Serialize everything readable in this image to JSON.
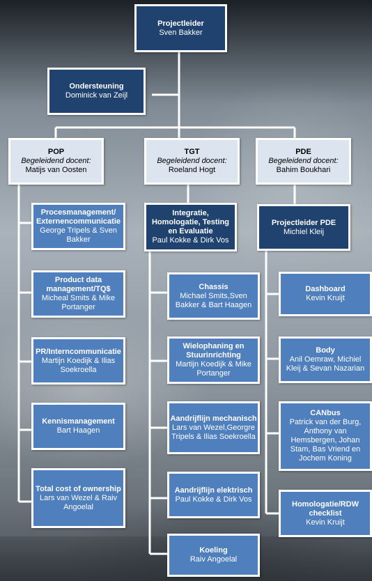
{
  "top": {
    "title": "Projectleider",
    "name": "Sven Bakker"
  },
  "support": {
    "title": "Ondersteuning",
    "name": "Dominick van Zeijl"
  },
  "teams": [
    {
      "title": "POP",
      "subtitle": "Begeleidend docent:",
      "name": "Matijs van Oosten"
    },
    {
      "title": "TGT",
      "subtitle": "Begeleidend docent:",
      "name": "Roeland Hogt"
    },
    {
      "title": "PDE",
      "subtitle": "Begeleidend docent:",
      "name": "Bahim Boukhari"
    }
  ],
  "pop_items": [
    {
      "title": "Procesmanagement/ Externencommunicatie",
      "name": "George Tripels & Sven Bakker"
    },
    {
      "title": "Product data management/TQ$",
      "name": "Micheal Smits & Mike Portanger"
    },
    {
      "title": "PR/Interncommunicatie",
      "name": "Martijn Koedijk & Ilias Soekroella"
    },
    {
      "title": "Kennismanagement",
      "name": "Bart Haagen"
    },
    {
      "title": "Total cost of ownership",
      "name": "Lars van Wezel & Raiv Angoelal"
    }
  ],
  "tgt_head": {
    "title": "Integratie, Homologatie, Testing en Evaluatie",
    "name": "Paul Kokke & Dirk Vos"
  },
  "tgt_items": [
    {
      "title": "Chassis",
      "name": "Michael Smits,Sven Bakker & Bart Haagen"
    },
    {
      "title": "Wielophaning en Stuurinrichting",
      "name": "Martijn Koedijk & Mike Portanger"
    },
    {
      "title": "Aandrijflijn mechanisch",
      "name": "Lars van Wezel,Georgre Tripels & Ilias Soekroella"
    },
    {
      "title": "Aandrijflijn elektrisch",
      "name": "Paul Kokke & Dirk Vos"
    },
    {
      "title": "Koeling",
      "name": "Raiv Angoelal"
    }
  ],
  "pde_head": {
    "title": "Projectleider PDE",
    "name": "Michiel Kleij"
  },
  "pde_items": [
    {
      "title": "Dashboard",
      "name": "Kevin Kruijt"
    },
    {
      "title": "Body",
      "name": "Anil Oemraw, Michiel Kleij & Sevan Nazarian"
    },
    {
      "title": "CANbus",
      "name": "Patrick van der Burg, Anthony van Hemsbergen, Johan Stam, Bas Vriend en Jochem Koning"
    },
    {
      "title": "Homologatie/RDW checklist",
      "name": "Kevin Kruijt"
    }
  ]
}
